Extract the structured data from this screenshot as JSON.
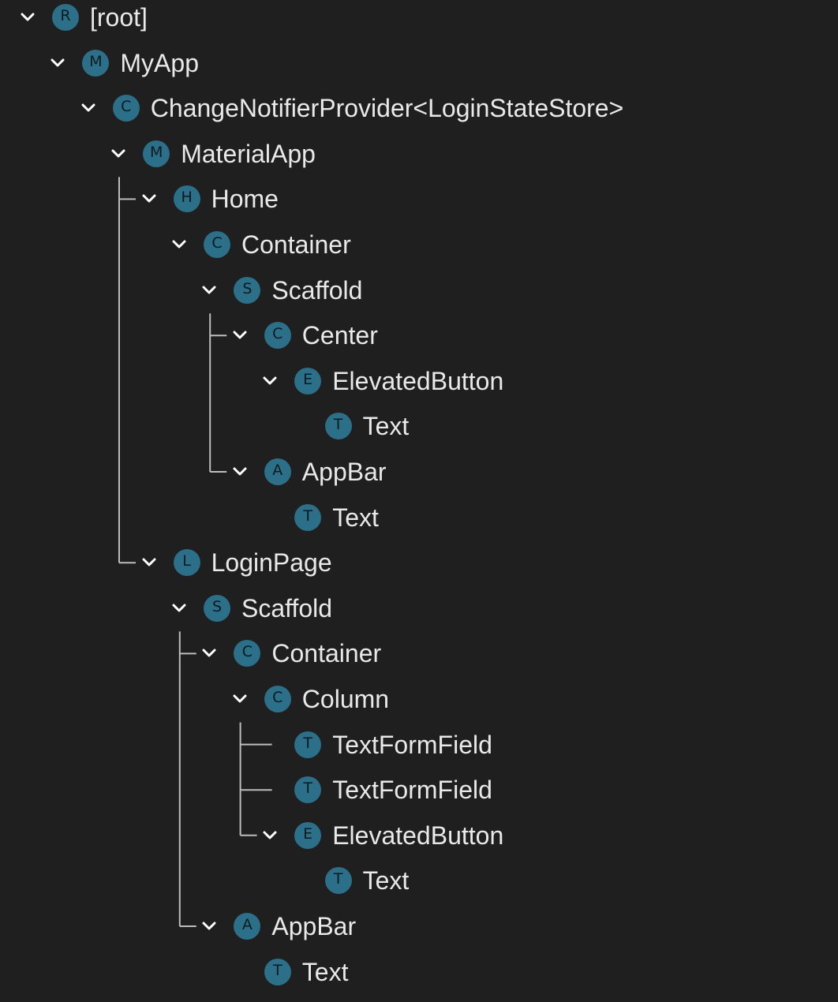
{
  "colors": {
    "background": "#1f1f1f",
    "text": "#e9e9e9",
    "badge": "#2b6f89",
    "guide_line": "#bdbdbd",
    "chevron": "#ffffff"
  },
  "tree": [
    {
      "depth": 0,
      "expanded": true,
      "has_children": true,
      "badge": "R",
      "label": "[root]"
    },
    {
      "depth": 1,
      "expanded": true,
      "has_children": true,
      "badge": "M",
      "label": "MyApp"
    },
    {
      "depth": 2,
      "expanded": true,
      "has_children": true,
      "badge": "C",
      "label": "ChangeNotifierProvider<LoginStateStore>"
    },
    {
      "depth": 3,
      "expanded": true,
      "has_children": true,
      "badge": "M",
      "label": "MaterialApp"
    },
    {
      "depth": 4,
      "expanded": true,
      "has_children": true,
      "badge": "H",
      "label": "Home"
    },
    {
      "depth": 5,
      "expanded": true,
      "has_children": true,
      "badge": "C",
      "label": "Container"
    },
    {
      "depth": 6,
      "expanded": true,
      "has_children": true,
      "badge": "S",
      "label": "Scaffold"
    },
    {
      "depth": 7,
      "expanded": true,
      "has_children": true,
      "badge": "C",
      "label": "Center"
    },
    {
      "depth": 8,
      "expanded": true,
      "has_children": true,
      "badge": "E",
      "label": "ElevatedButton"
    },
    {
      "depth": 9,
      "expanded": false,
      "has_children": false,
      "badge": "T",
      "label": "Text"
    },
    {
      "depth": 7,
      "expanded": true,
      "has_children": true,
      "badge": "A",
      "label": "AppBar"
    },
    {
      "depth": 8,
      "expanded": false,
      "has_children": false,
      "badge": "T",
      "label": "Text"
    },
    {
      "depth": 4,
      "expanded": true,
      "has_children": true,
      "badge": "L",
      "label": "LoginPage"
    },
    {
      "depth": 5,
      "expanded": true,
      "has_children": true,
      "badge": "S",
      "label": "Scaffold"
    },
    {
      "depth": 6,
      "expanded": true,
      "has_children": true,
      "badge": "C",
      "label": "Container"
    },
    {
      "depth": 7,
      "expanded": true,
      "has_children": true,
      "badge": "C",
      "label": "Column"
    },
    {
      "depth": 8,
      "expanded": false,
      "has_children": false,
      "badge": "T",
      "label": "TextFormField"
    },
    {
      "depth": 8,
      "expanded": false,
      "has_children": false,
      "badge": "T",
      "label": "TextFormField"
    },
    {
      "depth": 8,
      "expanded": true,
      "has_children": true,
      "badge": "E",
      "label": "ElevatedButton"
    },
    {
      "depth": 9,
      "expanded": false,
      "has_children": false,
      "badge": "T",
      "label": "Text"
    },
    {
      "depth": 6,
      "expanded": true,
      "has_children": true,
      "badge": "A",
      "label": "AppBar"
    },
    {
      "depth": 7,
      "expanded": false,
      "has_children": false,
      "badge": "T",
      "label": "Text"
    }
  ]
}
